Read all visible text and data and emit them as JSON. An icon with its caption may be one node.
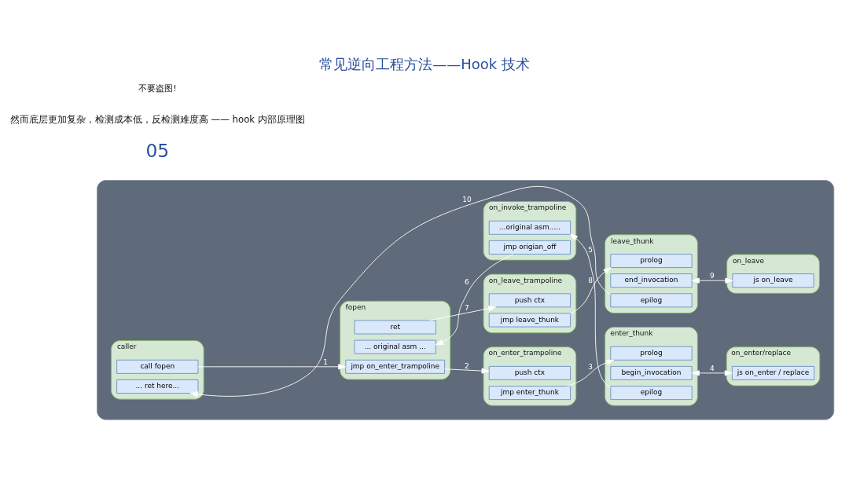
{
  "diagram": {
    "title": "常见逆向工程方法——Hook 技术",
    "nodes": [
      {
        "text": [],
        "shape": "box"
      },
      {
        "text": [
          "caller"
        ],
        "in": 0
      },
      {
        "text": [
          "call fopen"
        ],
        "in": 1
      },
      {
        "text": [
          "... ret here..."
        ],
        "in": 1
      },
      {
        "text": [
          "fopen"
        ],
        "in": 0
      },
      {
        "text": [
          "jmp on_enter_trampoline"
        ],
        "in": 4
      },
      {
        "text": [
          "... original asm ..."
        ],
        "in": 4
      },
      {
        "text": [
          "ret"
        ],
        "in": 4
      },
      {
        "text": [
          "on_enter_trampoline"
        ],
        "in": 0
      },
      {
        "text": [
          "push ctx"
        ],
        "in": 8
      },
      {
        "text": [
          "jmp enter_thunk"
        ],
        "in": 8
      },
      {
        "text": [
          "on_invoke_trampoline"
        ],
        "in": 0
      },
      {
        "text": [
          "...original asm....."
        ],
        "in": 11
      },
      {
        "text": [
          "jmp origian_off"
        ],
        "in": 11
      },
      {
        "text": [
          "on_leave_trampoline"
        ],
        "in": 0
      },
      {
        "text": [
          "push ctx"
        ],
        "in": 14
      },
      {
        "text": [
          "jmp leave_thunk"
        ],
        "in": 14
      },
      {
        "text": [
          "enter_thunk"
        ],
        "in": 0
      },
      {
        "text": [
          "prolog"
        ],
        "in": 17
      },
      {
        "text": [
          "begin_invocation"
        ],
        "in": 17
      },
      {
        "text": [
          "epilog"
        ],
        "in": 17
      },
      {
        "text": [
          "on_enter/replace"
        ],
        "in": 0
      },
      {
        "text": [
          "js on_enter / replace"
        ],
        "in": 21
      },
      {
        "text": [
          "leave_thunk"
        ],
        "in": 0
      },
      {
        "text": [
          "prolog"
        ],
        "in": 23
      },
      {
        "text": [
          "end_invocation"
        ],
        "in": 23
      },
      {
        "text": [
          "epilog"
        ],
        "in": 23
      },
      {
        "text": [
          "on_leave"
        ],
        "in": 0
      },
      {
        "text": [
          "js on_leave"
        ],
        "in": 27
      }
    ],
    "edges": [
      {
        "from": 2,
        "to": 5,
        "arrow": "to",
        "label": "1"
      },
      {
        "from": 5,
        "to": 9,
        "arrow": "to",
        "label": "2"
      },
      {
        "from": 10,
        "to": 18,
        "arrow": "to",
        "label": "3"
      },
      {
        "from": 19,
        "to": 22,
        "arrow": "both",
        "label": "4"
      },
      {
        "from": 20,
        "to": 12,
        "arrow": "to",
        "label": "5"
      },
      {
        "from": 13,
        "to": 6,
        "arrow": "to",
        "label": "6"
      },
      {
        "from": 7,
        "to": 15,
        "arrow": "to",
        "label": "7"
      },
      {
        "from": 16,
        "to": 24,
        "arrow": "to",
        "label": "8"
      },
      {
        "from": 25,
        "to": 28,
        "arrow": "both",
        "label": "9"
      },
      {
        "from": 26,
        "to": 3,
        "arrow": "to",
        "label": "10"
      }
    ],
    "labels": [
      "05",
      "然而底层更加复杂，检测成本低，反检测难度高 —— hook 内部原理图",
      "不要盗图!"
    ]
  }
}
